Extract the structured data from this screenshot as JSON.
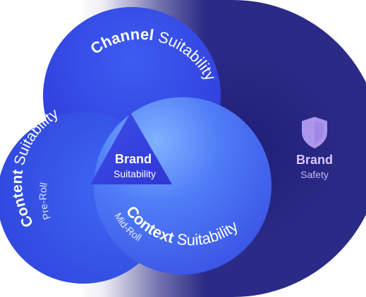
{
  "circles": {
    "channel": {
      "strong": "Channel",
      "rest": " Suitability"
    },
    "content": {
      "strong": "Content",
      "rest": " Suitability",
      "sub": "Pre-Roll"
    },
    "context": {
      "strong": "Context",
      "rest": " Suitability",
      "sub": "Mid-Roll"
    }
  },
  "center": {
    "title": "Brand",
    "subtitle": "Suitability"
  },
  "safety": {
    "title": "Brand",
    "subtitle": "Safety",
    "icon": "shield-icon"
  },
  "colors": {
    "safety_dark": "#1c1b6e",
    "channel": "#3a4fe6",
    "content": "#3a57ee",
    "context": "#4a72f6",
    "center": "#3440e0",
    "safety_label": "#d9c6ff",
    "shield": "#b39cf0"
  }
}
